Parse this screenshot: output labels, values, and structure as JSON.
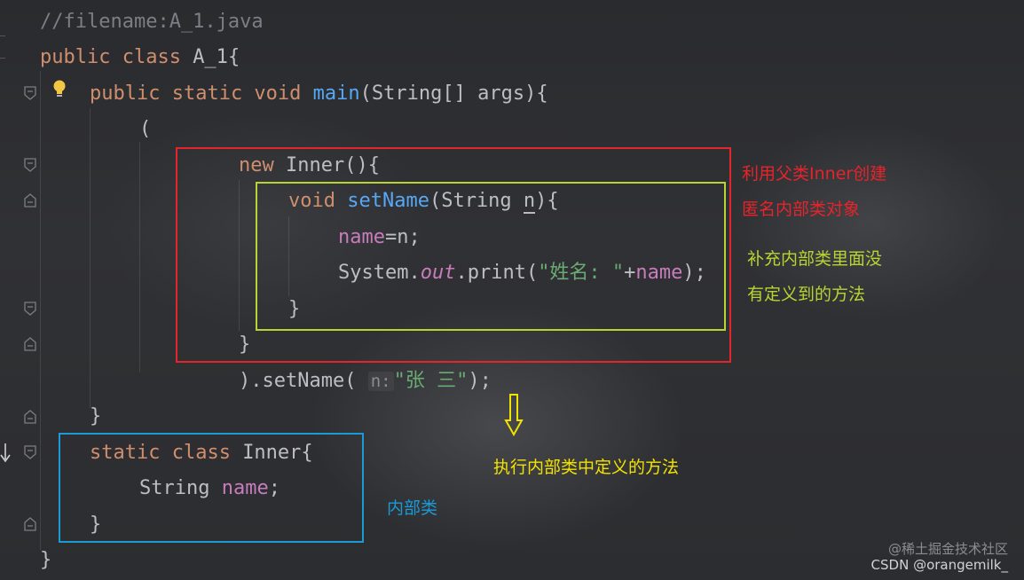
{
  "code": {
    "line1": "//filename:A_1.java",
    "line2": {
      "kw": "public class ",
      "name": "A_1",
      "tail": "{"
    },
    "line3": {
      "kw": "public static void ",
      "fn": "main",
      "tail": "(String[] args){"
    },
    "line4": "(",
    "line5": {
      "kw": "new ",
      "tail": "Inner(){"
    },
    "line6": {
      "kw": "void ",
      "fn": "setName",
      "pre": "(String ",
      "param": "n",
      "tail": "){"
    },
    "line7": {
      "fld": "name",
      "tail": "=n;"
    },
    "line8": {
      "pre": "System.",
      "out": "out",
      "mid": ".print(",
      "str": "\"姓名: \"",
      "plus": "+",
      "fld": "name",
      "tail": ");"
    },
    "line9": "}",
    "line10": "}",
    "line11": {
      "pre": ").setName(",
      "hint": "n:",
      "str": "\"张 三\"",
      "tail": ");"
    },
    "line12": "}",
    "line13": {
      "kw": "static class ",
      "tail": "Inner{"
    },
    "line14": {
      "pre": "String ",
      "fld": "name",
      "tail": ";"
    },
    "line15": "}",
    "line16": "}"
  },
  "annotations": {
    "red_line1": "利用父类Inner创建",
    "red_line2": "匿名内部类对象",
    "green_line1": "补充内部类里面没",
    "green_line2": "有定义到的方法",
    "yellow": "执行内部类中定义的方法",
    "blue": "内部类"
  },
  "colors": {
    "red_box": "#e5242b",
    "green_box": "#b8d432",
    "blue_box": "#1a9ad6",
    "yellow_arrow": "#f2e200"
  },
  "watermark": {
    "juejin": "@稀土掘金技术社区",
    "csdn": "CSDN @orangemilk_"
  }
}
